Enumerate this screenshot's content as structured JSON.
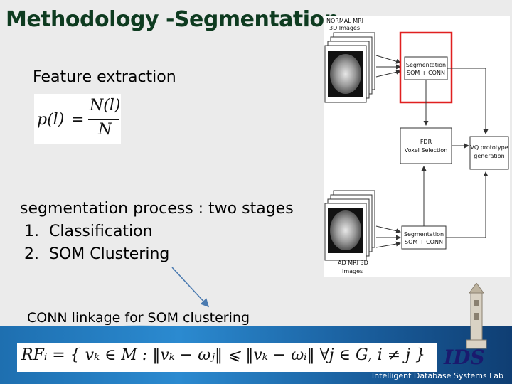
{
  "slide": {
    "title": "Methodology -Segmentation",
    "feature_heading": "Feature extraction",
    "formula_p": {
      "lhs": "p(l)",
      "eq": "=",
      "numerator": "N(l)",
      "denominator": "N"
    },
    "stages_heading": "segmentation process : two stages",
    "stages": [
      {
        "num": "1.",
        "label": "Classification"
      },
      {
        "num": "2.",
        "label": "SOM Clustering"
      }
    ],
    "conn_label": "CONN linkage for SOM clustering",
    "rf_formula": "RFᵢ = { vₖ ∈ M : ‖vₖ − ωⱼ‖ ⩽ ‖vₖ − ωᵢ‖  ∀j ∈ G, i ≠ j }",
    "lab_name": "Intelligent Database Systems Lab",
    "logo_text": "IDS"
  },
  "diagram": {
    "normal_label_1": "NORMAL MRI",
    "normal_label_2": "3D Images",
    "seg_top_1": "Segmentation",
    "seg_top_2": "SOM + CONN",
    "fdr_1": "FDR",
    "fdr_2": "Voxel Selection",
    "vq_1": "VQ prototype",
    "vq_2": "generation",
    "seg_bottom_1": "Segmentation",
    "seg_bottom_2": "SOM + CONN",
    "ad_label_1": "AD MRI 3D",
    "ad_label_2": "Images"
  },
  "colors": {
    "title": "#0e3b20",
    "highlight_box": "#e02020",
    "arrow": "#4a7ab0",
    "band": "#1e6fb0"
  }
}
